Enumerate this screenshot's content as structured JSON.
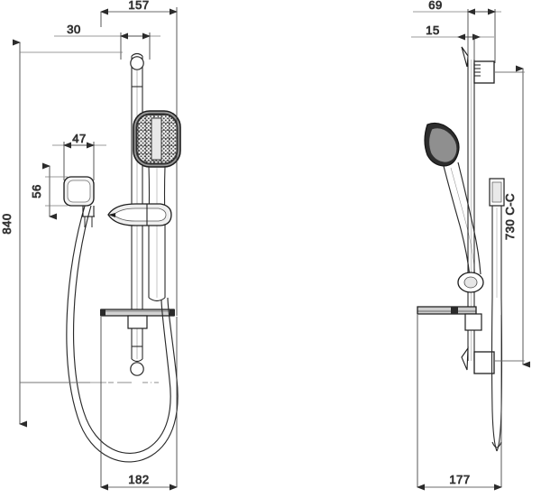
{
  "drawing": {
    "type": "technical-dimension-drawing",
    "subject": "shower-rail-set-with-handheld-shower",
    "background_color": "#ffffff",
    "line_color": "#1a1a1a",
    "dimension_line_color": "#3a3a3a",
    "units": "mm",
    "views": [
      {
        "id": "front-view",
        "label": "",
        "position": "left"
      },
      {
        "id": "side-view",
        "label": "",
        "position": "right"
      }
    ]
  },
  "dimensions": {
    "front": {
      "overall_width_top": "157",
      "offset_top": "30",
      "bracket_width": "47",
      "bracket_height": "56",
      "overall_height": "840",
      "overall_width_bottom": "182"
    },
    "side": {
      "projection_outer": "69",
      "projection_inner": "15",
      "centre_to_centre": "730 C-C",
      "overall_depth_bottom": "177"
    }
  },
  "labels": [
    {
      "name": "dim-157",
      "text": "157"
    },
    {
      "name": "dim-30",
      "text": "30"
    },
    {
      "name": "dim-47",
      "text": "47"
    },
    {
      "name": "dim-56",
      "text": "56"
    },
    {
      "name": "dim-840",
      "text": "840"
    },
    {
      "name": "dim-182",
      "text": "182"
    },
    {
      "name": "dim-69",
      "text": "69"
    },
    {
      "name": "dim-15",
      "text": "15"
    },
    {
      "name": "dim-730",
      "text": "730 C-C"
    },
    {
      "name": "dim-177",
      "text": "177"
    }
  ]
}
